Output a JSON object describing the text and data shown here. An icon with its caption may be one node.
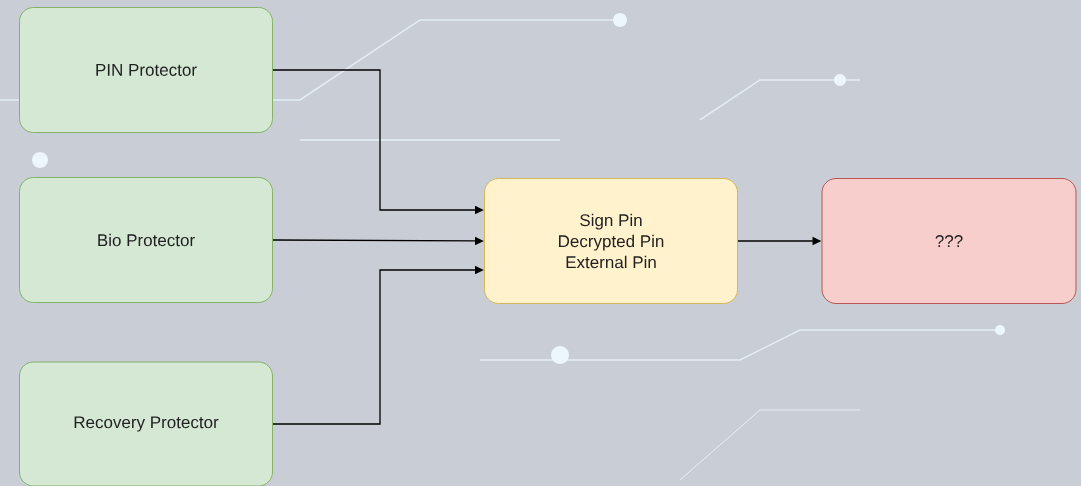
{
  "diagram": {
    "nodes": [
      {
        "text": [
          "PIN Protector"
        ]
      },
      {
        "text": [
          "Bio Protector"
        ]
      },
      {
        "text": [
          "Recovery Protector"
        ]
      },
      {
        "text": [
          "Sign Pin",
          "Decrypted Pin",
          "External Pin"
        ]
      },
      {
        "text": [
          "???"
        ]
      }
    ],
    "edges": [
      {
        "from": 0,
        "to": 3,
        "arrow": "to"
      },
      {
        "from": 1,
        "to": 3,
        "arrow": "to"
      },
      {
        "from": 2,
        "to": 3,
        "arrow": "to"
      },
      {
        "from": 3,
        "to": 4,
        "arrow": "to"
      }
    ]
  }
}
